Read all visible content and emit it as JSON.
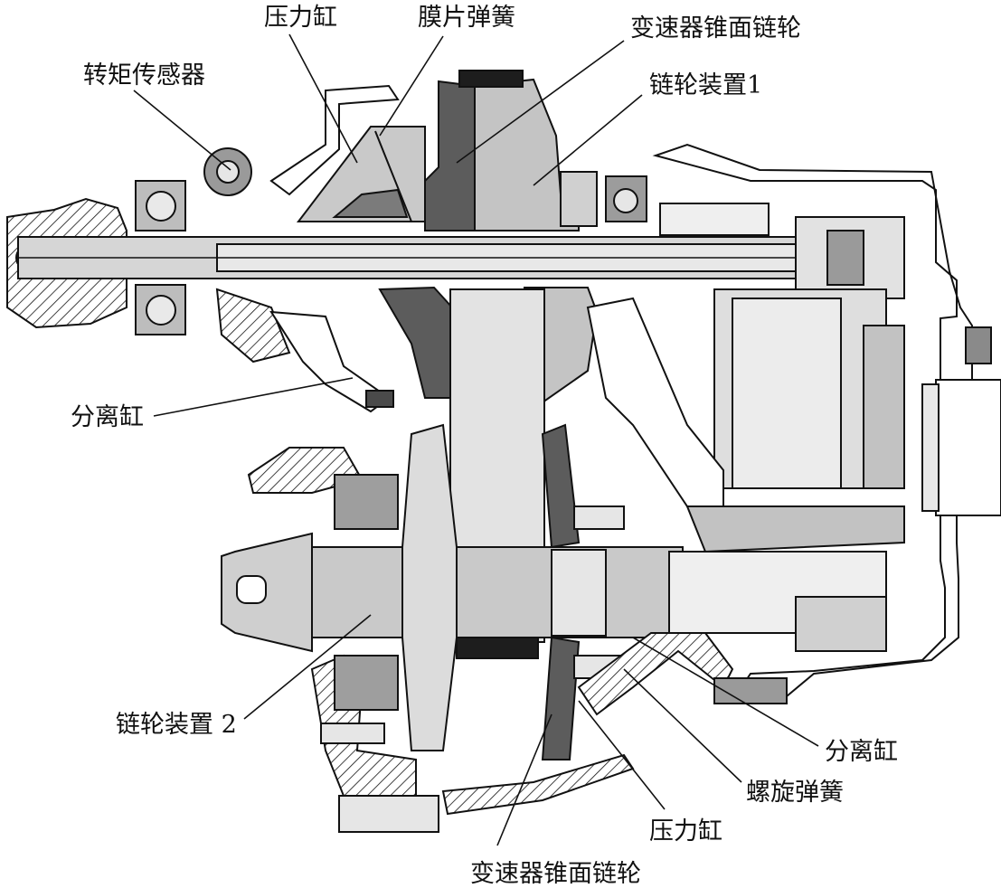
{
  "labels": {
    "torque_sensor": "转矩传感器",
    "pressure_cylinder_top": "压力缸",
    "diaphragm_spring": "膜片弹簧",
    "cone_sheave_top": "变速器锥面链轮",
    "pulley_set_1": "链轮装置1",
    "separation_cylinder_left": "分离缸",
    "pulley_set_2": "链轮装置 2",
    "separation_cylinder_right": "分离缸",
    "spiral_spring": "螺旋弹簧",
    "pressure_cylinder_bottom": "压力缸",
    "cone_sheave_bottom": "变速器锥面链轮"
  },
  "colors": {
    "line": "#111111",
    "dark_part": "#5c5c5c",
    "mid_part": "#9a9a9a",
    "light_part": "#c9c9c9",
    "pale_part": "#e4e4e4",
    "background": "#ffffff"
  }
}
